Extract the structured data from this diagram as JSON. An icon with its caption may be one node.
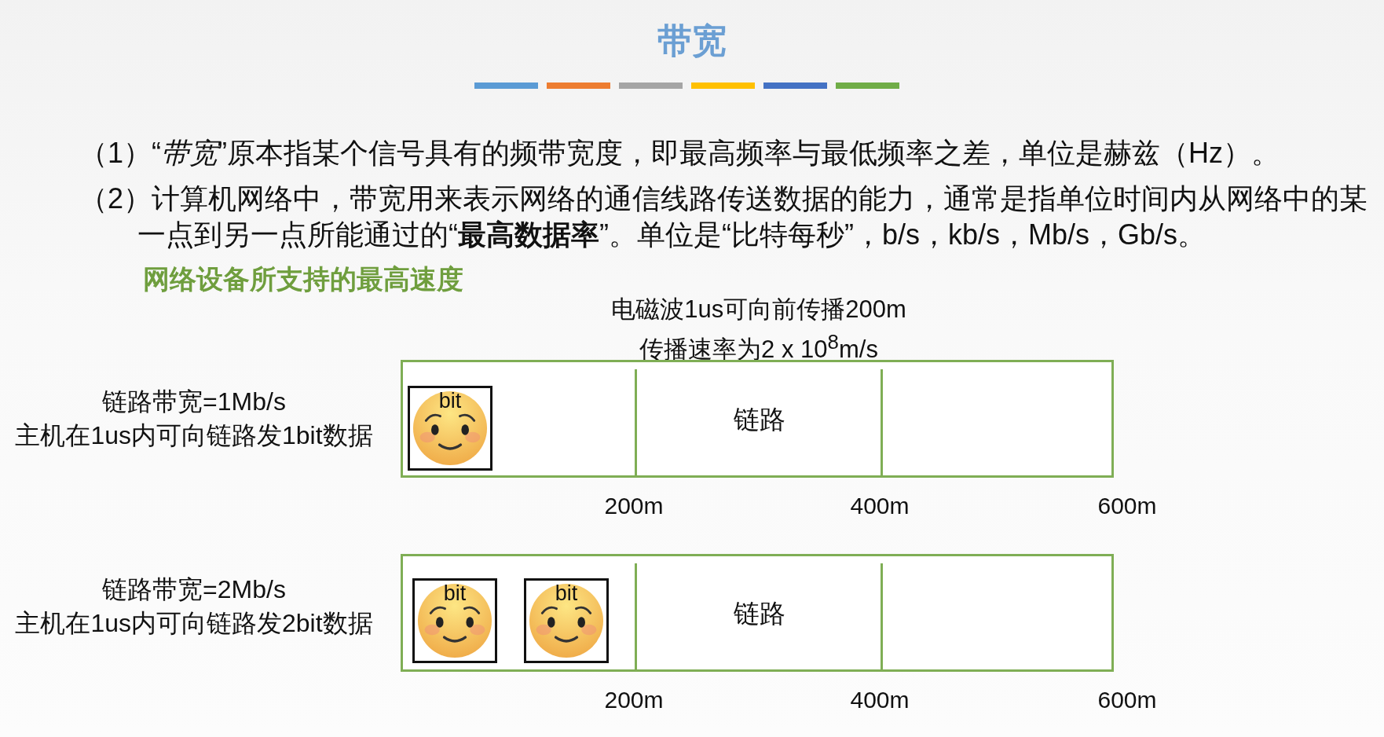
{
  "diagram": {
    "title": "带宽",
    "nodes": [
      {
        "text": [
          "链路"
        ]
      },
      {
        "text": [
          "bit"
        ],
        "in": 0
      },
      {
        "text": [
          "链路"
        ]
      },
      {
        "text": [
          "bit"
        ],
        "in": 2
      },
      {
        "text": [
          "bit"
        ],
        "in": 2
      }
    ],
    "labels": [
      "（1）“*带宽*”原本指某个信号具有的频带宽度，即最高频率与最低频率之差，单位是赫兹（Hz）。",
      "（2）计算机网络中，带宽用来表示网络的通信线路传送数据的能力，通常是指单位时间内从网络中的某一点到另一点所能通过的“**最高数据率**”。单位是“比特每秒”，b/s，kb/s，Mb/s，Gb/s。",
      "网络设备所支持的最高速度",
      "电磁波1us可向前传播200m",
      "传播速率为2 x 10$^{8}$m/s",
      "链路带宽=1Mb/s",
      "主机在1us内可向链路发1bit数据",
      "200m",
      "400m",
      "600m",
      "链路带宽=2Mb/s",
      "主机在1us内可向链路发2bit数据",
      "200m",
      "400m",
      "600m"
    ]
  }
}
